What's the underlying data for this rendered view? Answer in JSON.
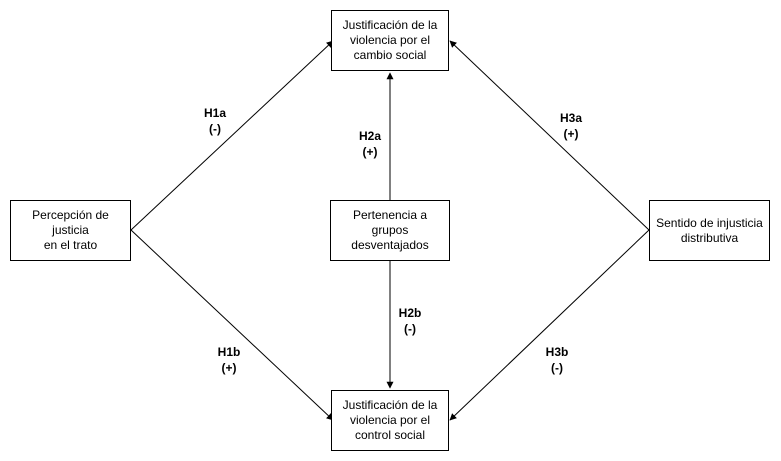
{
  "nodes": {
    "top": {
      "lines": [
        "Justificación de la",
        "violencia por el",
        "cambio social"
      ]
    },
    "bottom": {
      "lines": [
        "Justificación de la",
        "violencia por el",
        "control social"
      ]
    },
    "left": {
      "lines": [
        "Percepción de justicia",
        "en el trato"
      ]
    },
    "center": {
      "lines": [
        "Pertenencia a grupos",
        "desventajados"
      ]
    },
    "right": {
      "lines": [
        "Sentido de injusticia",
        "distributiva"
      ]
    }
  },
  "hypotheses": {
    "h1a": {
      "name": "H1a",
      "sign": "(-)"
    },
    "h1b": {
      "name": "H1b",
      "sign": "(+)"
    },
    "h2a": {
      "name": "H2a",
      "sign": "(+)"
    },
    "h2b": {
      "name": "H2b",
      "sign": "(-)"
    },
    "h3a": {
      "name": "H3a",
      "sign": "(+)"
    },
    "h3b": {
      "name": "H3b",
      "sign": "(-)"
    }
  }
}
